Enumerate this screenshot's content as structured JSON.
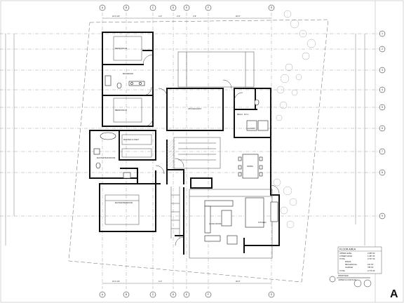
{
  "plan": {
    "room_labels": {
      "bedroom_a": "BEDROOM #3",
      "bathroom": "BATHROOM",
      "bedroom_b": "BEDROOM #2",
      "master_closet": "MASTER CLOSET",
      "master_bath": "MASTER BATHROOM",
      "master_bedroom": "MASTER BEDROOM",
      "office": "OFFICE/GUEST",
      "laundry": "LAUNDRY",
      "mech": "MECH",
      "dining": "DINING",
      "living": "LIVING ROOM",
      "kitchen": "KITCHEN",
      "wic": "W.I.C."
    },
    "floor_area": {
      "heading": "FLOOR AREA",
      "rows": [
        {
          "label": "UPPER LEVEL",
          "value": "2,380 SF"
        },
        {
          "label": "LOWER LEVEL",
          "value": "1,387 SF"
        },
        {
          "label": "TOTAL",
          "value": "3,767 SF"
        },
        {
          "label": "MINUS",
          "value": ""
        },
        {
          "label": "MECHANICAL",
          "value": "161 SF"
        },
        {
          "label": "GARAGE",
          "value": "785 SF"
        },
        {
          "label": "TOTAL",
          "value": "2,776 SF"
        }
      ]
    },
    "sheet_title": {
      "line1": "PROPOSED",
      "line2": "UPPER FLOOR PLAN"
    },
    "sheet_number": "A",
    "grid_markers": {
      "top": [
        "A",
        "B",
        "C",
        "D",
        "E",
        "F",
        "G"
      ],
      "right": [
        "1",
        "2",
        "3",
        "4",
        "5",
        "6",
        "7",
        "8",
        "9"
      ]
    }
  }
}
